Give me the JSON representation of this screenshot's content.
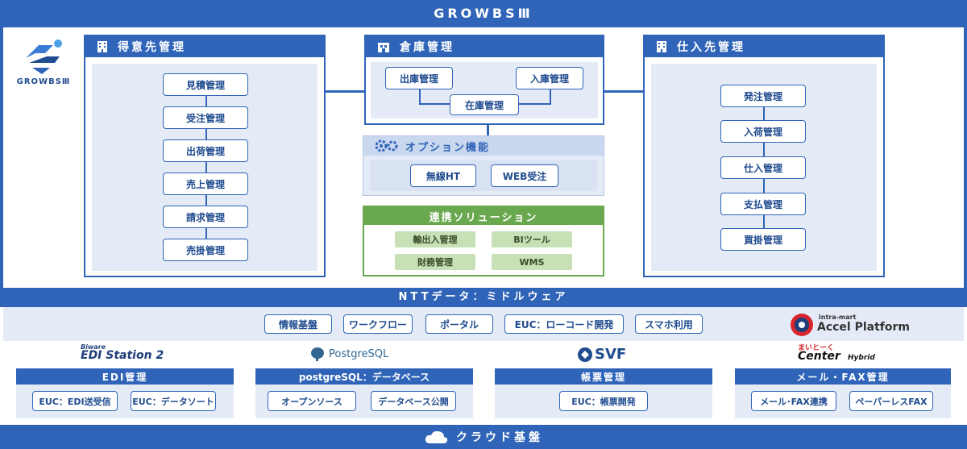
{
  "title": "GROWBSⅢ",
  "logo_text": "GROWBSⅢ",
  "customer": {
    "title": "得意先管理",
    "items": [
      "見積管理",
      "受注管理",
      "出荷管理",
      "売上管理",
      "請求管理",
      "売掛管理"
    ]
  },
  "warehouse": {
    "title": "倉庫管理",
    "shipping": "出庫管理",
    "receiving": "入庫管理",
    "stock": "在庫管理"
  },
  "options": {
    "title": "オプション機能",
    "items": [
      "無線HT",
      "WEB受注"
    ]
  },
  "links": {
    "title": "連携ソリューション",
    "items": [
      "輸出入管理",
      "BIツール",
      "財務管理",
      "WMS"
    ]
  },
  "supplier": {
    "title": "仕入先管理",
    "items": [
      "発注管理",
      "入荷管理",
      "仕入管理",
      "支払管理",
      "買掛管理"
    ]
  },
  "middleware": {
    "title": "NTTデータ：ミドルウェア",
    "items": [
      "情報基盤",
      "ワークフロー",
      "ポータル",
      "EUC：ローコード開発",
      "スマホ利用"
    ],
    "intramart_small": "intra-mart",
    "intramart_big": "Accel Platform"
  },
  "sections": [
    {
      "logo_top": "Biware",
      "logo": "EDI Station 2",
      "title": "EDI管理",
      "items": [
        "EUC：EDI送受信",
        "EUC：データソート"
      ]
    },
    {
      "logo": "PostgreSQL",
      "title": "postgreSQL：データベース",
      "items": [
        "オープンソース",
        "データベース公開"
      ]
    },
    {
      "logo": "SVF",
      "title": "帳票管理",
      "items": [
        "EUC：帳票開発"
      ]
    },
    {
      "logo_top": "まいとーく",
      "logo": "Center",
      "logo_sub": "Hybrid",
      "title": "メール・FAX管理",
      "items": [
        "メール･FAX連携",
        "ペーパーレスFAX"
      ]
    }
  ],
  "footer": "クラウド基盤",
  "colors": {
    "primary": "#2f64b8",
    "panel_bg": "#e4ebf7",
    "green": "#6aa84f"
  }
}
